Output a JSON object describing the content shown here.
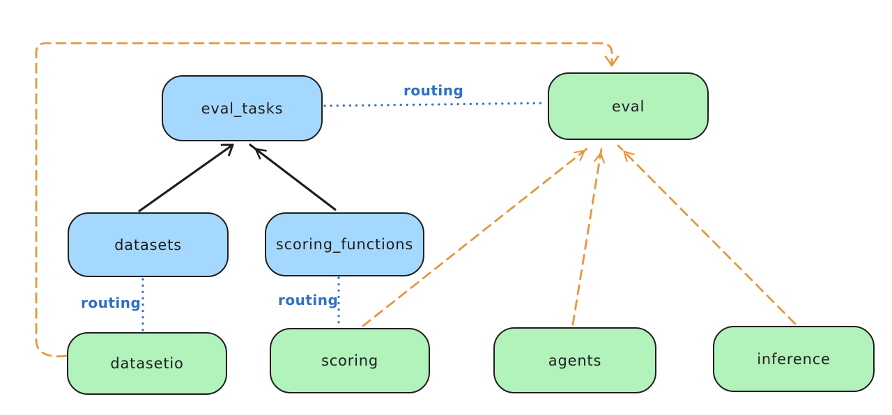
{
  "diagram": {
    "type": "architecture-diagram",
    "nodes": {
      "eval_tasks": {
        "label": "eval_tasks",
        "fill": "#a5d8ff"
      },
      "eval": {
        "label": "eval",
        "fill": "#b2f2bb"
      },
      "datasets": {
        "label": "datasets",
        "fill": "#a5d8ff"
      },
      "scoring_functions": {
        "label": "scoring_functions",
        "fill": "#a5d8ff"
      },
      "datasetio": {
        "label": "datasetio",
        "fill": "#b2f2bb"
      },
      "scoring": {
        "label": "scoring",
        "fill": "#b2f2bb"
      },
      "agents": {
        "label": "agents",
        "fill": "#b2f2bb"
      },
      "inference": {
        "label": "inference",
        "fill": "#b2f2bb"
      }
    },
    "edges": [
      {
        "from": "datasets",
        "to": "eval_tasks",
        "style": "solid",
        "color": "black",
        "label": ""
      },
      {
        "from": "scoring_functions",
        "to": "eval_tasks",
        "style": "solid",
        "color": "black",
        "label": ""
      },
      {
        "from": "eval_tasks",
        "to": "eval",
        "style": "dotted",
        "color": "blue",
        "label": "routing"
      },
      {
        "from": "datasets",
        "to": "datasetio",
        "style": "dotted",
        "color": "blue",
        "label": "routing"
      },
      {
        "from": "scoring_functions",
        "to": "scoring",
        "style": "dotted",
        "color": "blue",
        "label": "routing"
      },
      {
        "from": "datasetio",
        "to": "eval",
        "style": "dashed",
        "color": "orange",
        "label": ""
      },
      {
        "from": "scoring",
        "to": "eval",
        "style": "dashed",
        "color": "orange",
        "label": ""
      },
      {
        "from": "agents",
        "to": "eval",
        "style": "dashed",
        "color": "orange",
        "label": ""
      },
      {
        "from": "inference",
        "to": "eval",
        "style": "dashed",
        "color": "orange",
        "label": ""
      }
    ],
    "colors": {
      "canvas_bg": "#ffffff",
      "stroke": "#1e1e1e",
      "blue_fill": "#a5d8ff",
      "green_fill": "#b2f2bb",
      "routing_blue": "#2f6fc8",
      "arrow_orange": "#e8963c"
    }
  }
}
